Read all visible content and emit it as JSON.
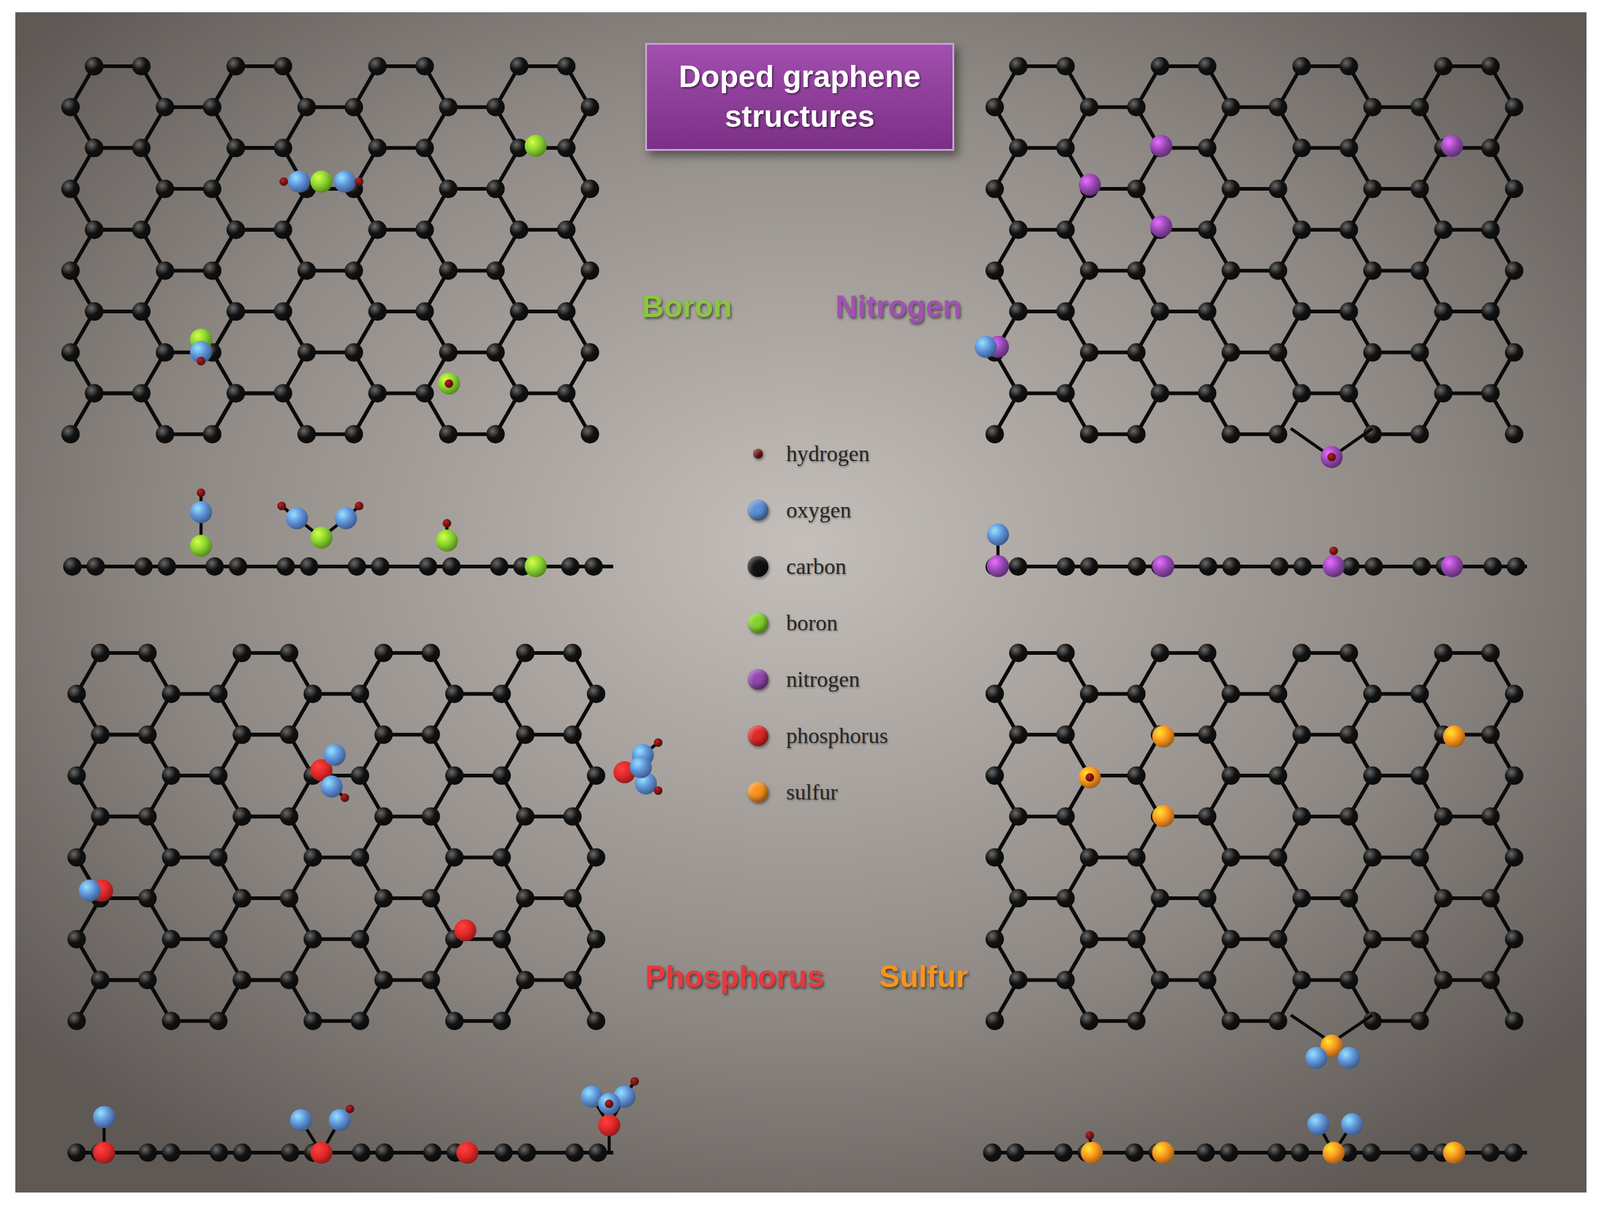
{
  "diagram": {
    "nodes": [
      {
        "text": [
          "Doped graphene structures"
        ]
      }
    ],
    "labels": [
      "Boron",
      "Nitrogen",
      "Phosphorus",
      "Sulfur"
    ],
    "legend": [
      {
        "text": "hydrogen",
        "color": "#7a1414"
      },
      {
        "text": "oxygen",
        "color": "#5d8fd6"
      },
      {
        "text": "carbon",
        "color": "#111111"
      },
      {
        "text": "boron",
        "color": "#86d12e"
      },
      {
        "text": "nitrogen",
        "color": "#9446b0"
      },
      {
        "text": "phosphorus",
        "color": "#e02828"
      },
      {
        "text": "sulfur",
        "color": "#f8921e"
      }
    ]
  }
}
